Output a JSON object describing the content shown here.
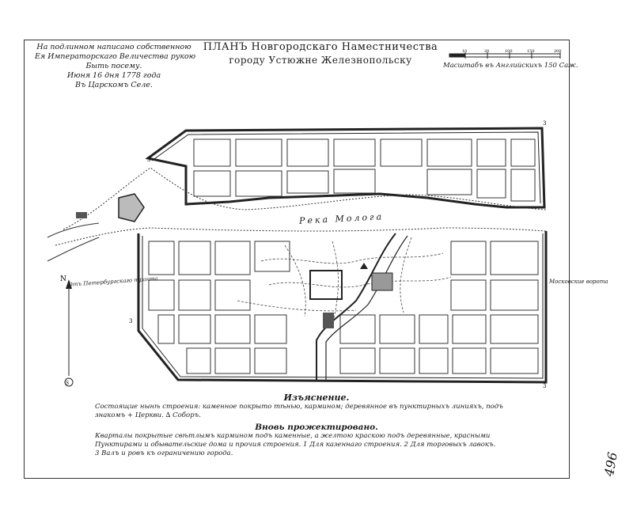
{
  "approval": {
    "line1": "На подлинном написано собственною",
    "line2": "Ея Императорскаго Величества рукою",
    "line3": "Быть посему.",
    "line4": "Июня 16 дня 1778 года",
    "line5": "Въ Царскомъ Селе."
  },
  "title": {
    "line1": "ПЛАНЪ Новгородскаго Наместничества",
    "line2": "городу Устюжне Железнопольску"
  },
  "scale": {
    "caption": "Масштабъ въ Английскихъ 150 Саж.",
    "ticks": [
      "10",
      "20",
      "100",
      "150",
      "200"
    ]
  },
  "river": {
    "name": "Река Молога"
  },
  "map_labels": {
    "west_road": "Отъ Петербургскаго тракта",
    "east_gate": "Московские ворота",
    "bastion_num": "3"
  },
  "legend": {
    "heading": "Изъяснение.",
    "row1": "Состоящие нынѣ строения: каменное покрыто тѣнью, кармином; деревянное въ пунктирныхъ линияхъ, подъ",
    "row2": "знакомъ + Церкви. ∆ Соборъ.",
    "heading2": "Вновь прожектировано.",
    "row3": "Кварталы покрытые свѣтлымъ кармином подъ каменные, а желтою краскою подъ деревянные, красными",
    "row4": "Пунктирами и обывательские дома и прочия строения. 1 Для казеннаго строения. 2 Для торговыхъ лавокъ.",
    "row5": "3 Валъ и ровъ къ ограничению города."
  },
  "north": {
    "letter": "N",
    "south": "S"
  },
  "margin_note": "496"
}
